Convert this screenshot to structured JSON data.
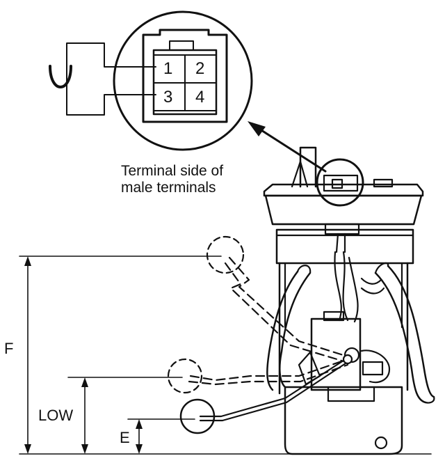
{
  "connector": {
    "pins": [
      "1",
      "2",
      "3",
      "4"
    ]
  },
  "caption": {
    "line1": "Terminal side of",
    "line2": "male terminals"
  },
  "dimensions": {
    "f_label": "F",
    "low_label": "LOW",
    "e_label": "E"
  },
  "icons": [
    "ohmmeter-symbol-icon",
    "float-arm-icon",
    "fuel-pump-assembly-icon"
  ],
  "colors": {
    "line": "#111111",
    "background": "#ffffff"
  }
}
